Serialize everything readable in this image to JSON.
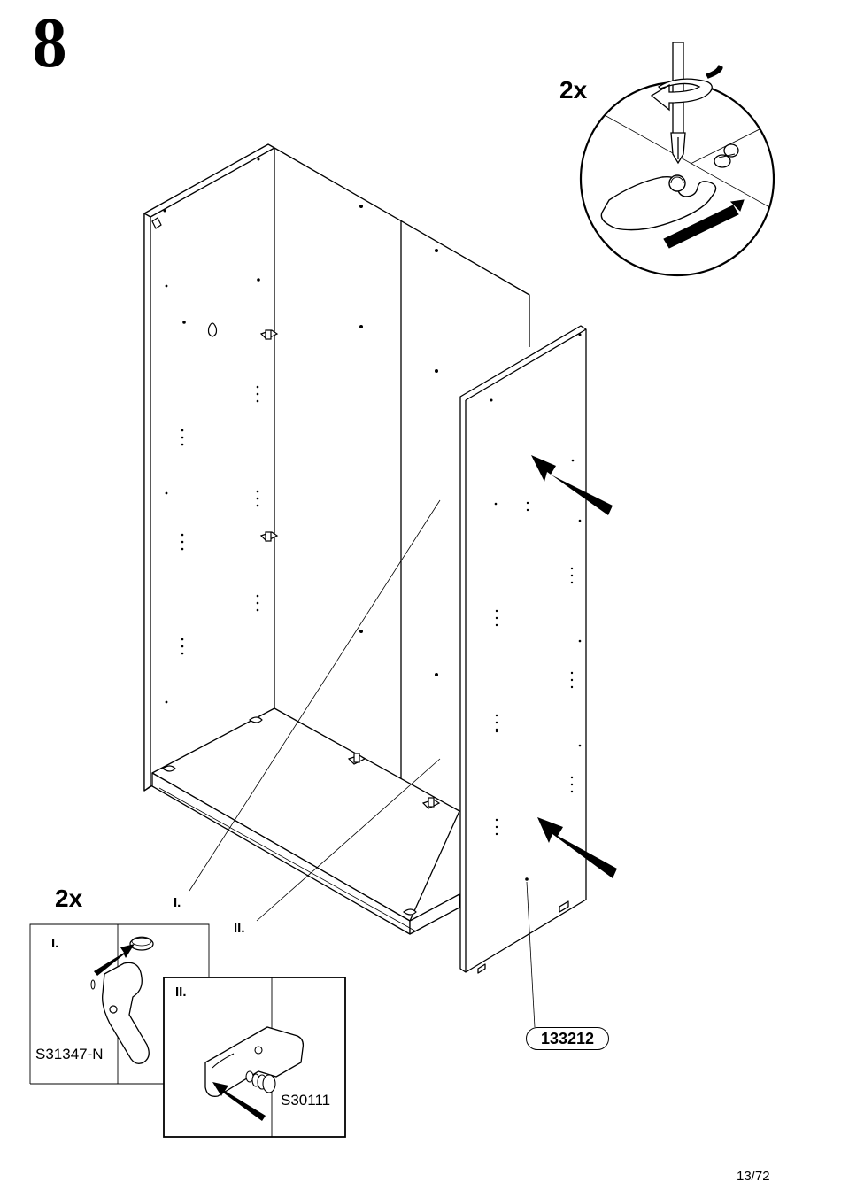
{
  "step": {
    "number": "8"
  },
  "detail_top": {
    "quantity": "2x"
  },
  "detail_bottom": {
    "quantity": "2x",
    "panel_1": {
      "label": "I.",
      "part_code": "S31347-N"
    },
    "panel_2": {
      "label": "II.",
      "part_code": "S30111"
    }
  },
  "main": {
    "callout_1": "I.",
    "callout_2": "II.",
    "door_panel_code": "133212"
  },
  "footer": {
    "page_number": "13/72"
  }
}
